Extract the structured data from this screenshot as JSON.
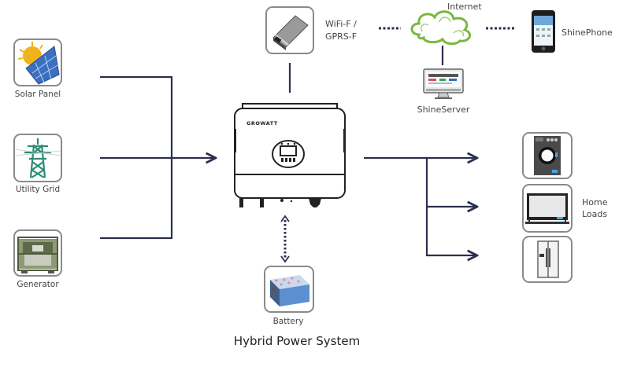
{
  "title": "Hybrid Power System",
  "colors": {
    "line": "#2b2f4e",
    "cloud": "#7ab83c",
    "teal": "#2e8b74",
    "panel_blue": "#3b6fbf",
    "sun": "#f2b21b",
    "battery_blue": "#5b8fd0"
  },
  "sources": [
    {
      "id": "solar",
      "label": "Solar Panel",
      "icon": "solar-panel-icon"
    },
    {
      "id": "grid",
      "label": "Utility Grid",
      "icon": "utility-grid-icon"
    },
    {
      "id": "generator",
      "label": "Generator",
      "icon": "generator-icon"
    }
  ],
  "inverter": {
    "brand": "GROWATT",
    "icon": "inverter-icon"
  },
  "monitoring": {
    "module_label_line1": "WiFi-F /",
    "module_label_line2": "GPRS-F",
    "internet_label": "Internet",
    "server_label": "ShineServer",
    "phone_label": "ShinePhone"
  },
  "storage": {
    "label": "Battery",
    "icon": "battery-icon"
  },
  "loads": {
    "label_line1": "Home",
    "label_line2": "Loads",
    "items": [
      {
        "id": "washer",
        "icon": "washing-machine-icon"
      },
      {
        "id": "tv",
        "icon": "television-icon"
      },
      {
        "id": "fridge",
        "icon": "refrigerator-icon"
      }
    ]
  }
}
